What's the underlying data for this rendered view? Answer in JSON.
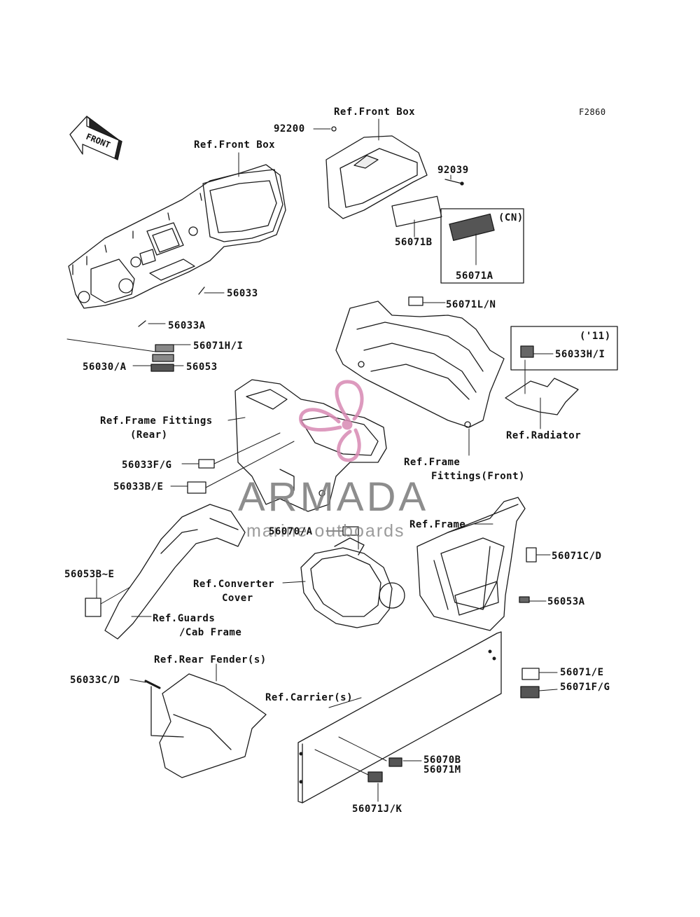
{
  "figure_id": "F2860",
  "front_arrow": "FRONT",
  "colors": {
    "line": "#1a1a1a",
    "watermark_text": "#7a7a7a",
    "watermark_logo": "#d889b3"
  },
  "labels": {
    "p92200": "92200",
    "ref_front_box_top": "Ref.Front Box",
    "ref_front_box_left": "Ref.Front Box",
    "p92039": "92039",
    "cn": "(CN)",
    "p56071B": "56071B",
    "p56071A": "56071A",
    "p56033": "56033",
    "p56033A": "56033A",
    "p56071LN": "56071L/N",
    "year11": "('11)",
    "p56033HI": "56033H/I",
    "p56071HI": "56071H/I",
    "p56030A": "56030/A",
    "p56053": "56053",
    "ref_frame_fittings_rear_1": "Ref.Frame Fittings",
    "ref_frame_fittings_rear_2": "(Rear)",
    "ref_radiator": "Ref.Radiator",
    "p56033FG": "56033F/G",
    "p56033BE": "56033B/E",
    "ref_frame_fittings_front_1": "Ref.Frame",
    "ref_frame_fittings_front_2": "Fittings(Front)",
    "p56070A": "56070/A",
    "ref_frame": "Ref.Frame",
    "p56071CD": "56071C/D",
    "p56053BE": "56053B~E",
    "ref_converter_1": "Ref.Converter",
    "ref_converter_2": "Cover",
    "p56053A": "56053A",
    "ref_guards_1": "Ref.Guards",
    "ref_guards_2": "/Cab Frame",
    "ref_rear_fender": "Ref.Rear Fender(s)",
    "p56033CD": "56033C/D",
    "p56071E": "56071/E",
    "ref_carrier": "Ref.Carrier(s)",
    "p56071FG": "56071F/G",
    "p56070B": "56070B",
    "p56071M": "56071M",
    "p56071JK": "56071J/K"
  },
  "watermark": {
    "title": "ARMADA",
    "subtitle": "marine outboards"
  }
}
